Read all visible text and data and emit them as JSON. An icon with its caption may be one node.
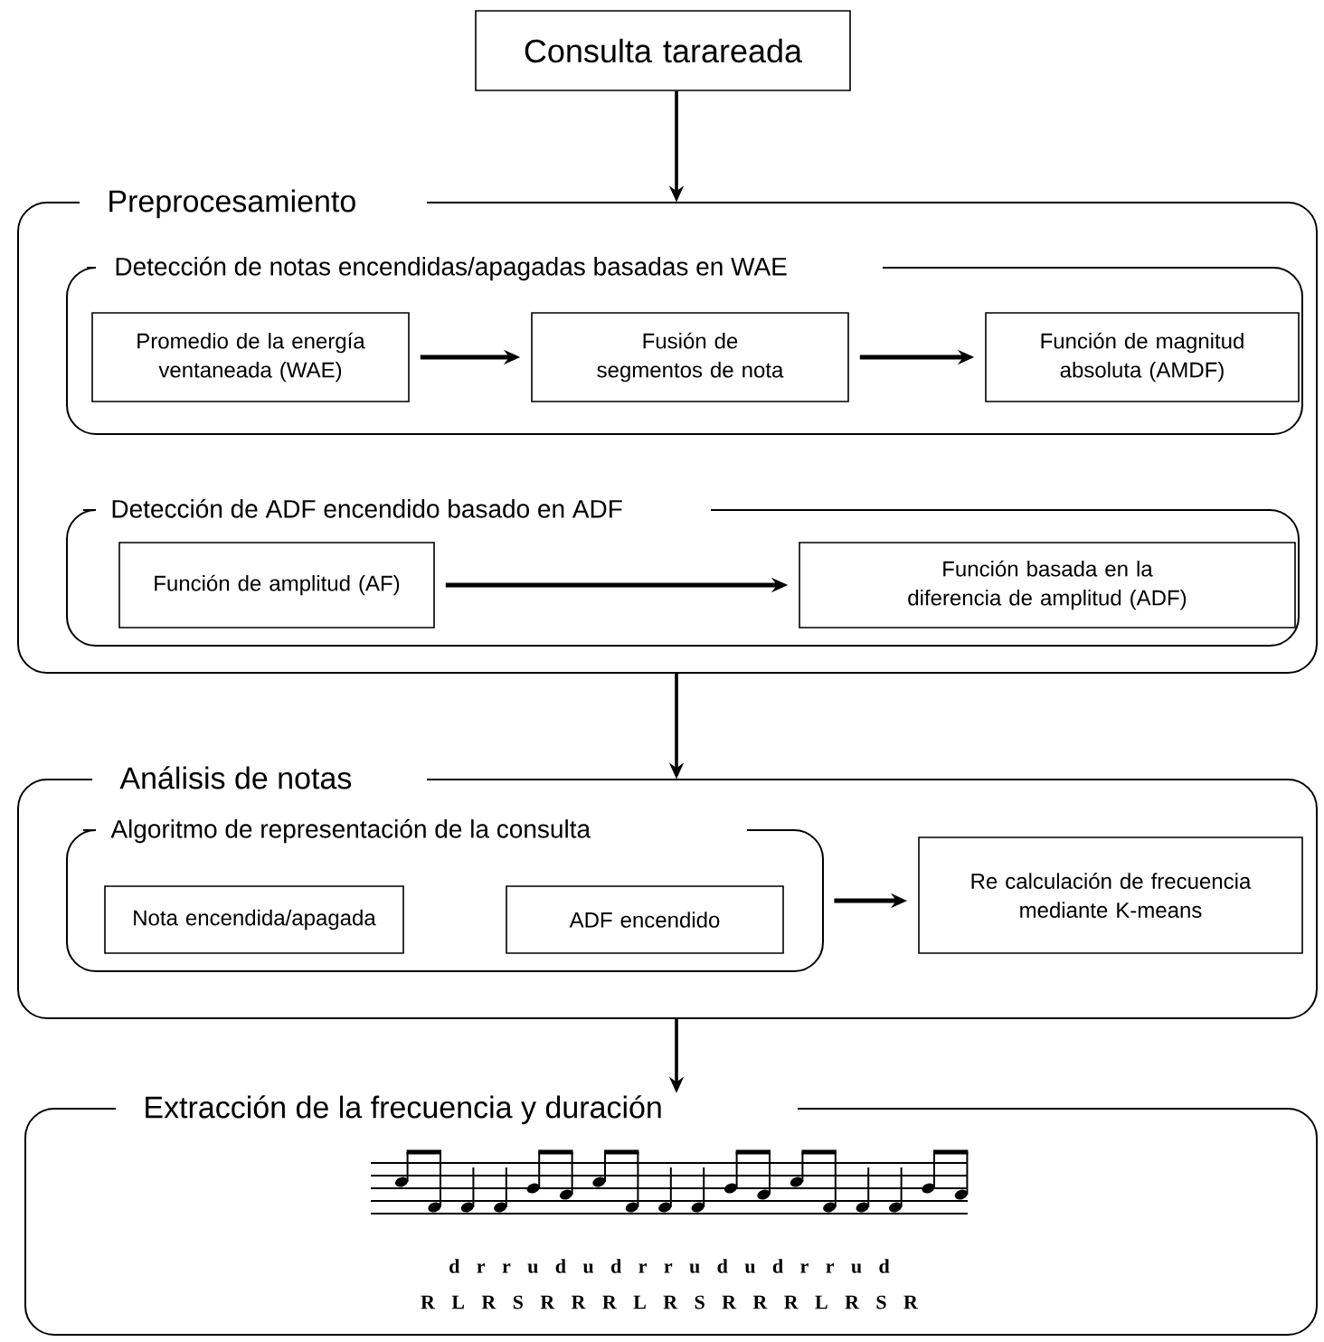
{
  "diagram": {
    "nodes": [
      {
        "text": [
          "Consulta tarareada"
        ]
      },
      {
        "text": [
          "Preprocesamiento"
        ]
      },
      {
        "text": [
          "Detección de notas encendidas/apagadas basadas en WAE"
        ],
        "in": 1
      },
      {
        "text": [
          "Promedio de la energía ventaneada (WAE)"
        ],
        "in": 2
      },
      {
        "text": [
          "Fusión de segmentos de nota"
        ],
        "in": 2
      },
      {
        "text": [
          "Función de magnitud absoluta (AMDF)"
        ],
        "in": 2
      },
      {
        "text": [
          "Detección de ADF encendido basado en ADF"
        ],
        "in": 1
      },
      {
        "text": [
          "Función de amplitud (AF)"
        ],
        "in": 6
      },
      {
        "text": [
          "Función basada en la diferencia de amplitud (ADF)"
        ],
        "in": 6
      },
      {
        "text": [
          "Análisis de notas"
        ]
      },
      {
        "text": [
          "Algoritmo de representación de la consulta"
        ],
        "in": 9
      },
      {
        "text": [
          "Nota encendida/apagada"
        ],
        "in": 10
      },
      {
        "text": [
          "ADF encendido"
        ],
        "in": 10
      },
      {
        "text": [
          "Re calculación de frecuencia mediante K-means"
        ],
        "in": 9
      },
      {
        "text": [
          "Extracción de la frecuencia y duración"
        ]
      }
    ],
    "edges": [
      {
        "from": 0,
        "to": 1,
        "arrow": "to"
      },
      {
        "from": 3,
        "to": 4,
        "arrow": "to"
      },
      {
        "from": 4,
        "to": 5,
        "arrow": "to"
      },
      {
        "from": 7,
        "to": 8,
        "arrow": "to"
      },
      {
        "from": 1,
        "to": 9,
        "arrow": "to"
      },
      {
        "from": 10,
        "to": 13,
        "arrow": "to"
      },
      {
        "from": 9,
        "to": 14,
        "arrow": "to"
      }
    ],
    "labels": [
      "d r r u d u d r r u d u d r r u d",
      "R L R S R R R L R S R R R L R S R"
    ]
  }
}
